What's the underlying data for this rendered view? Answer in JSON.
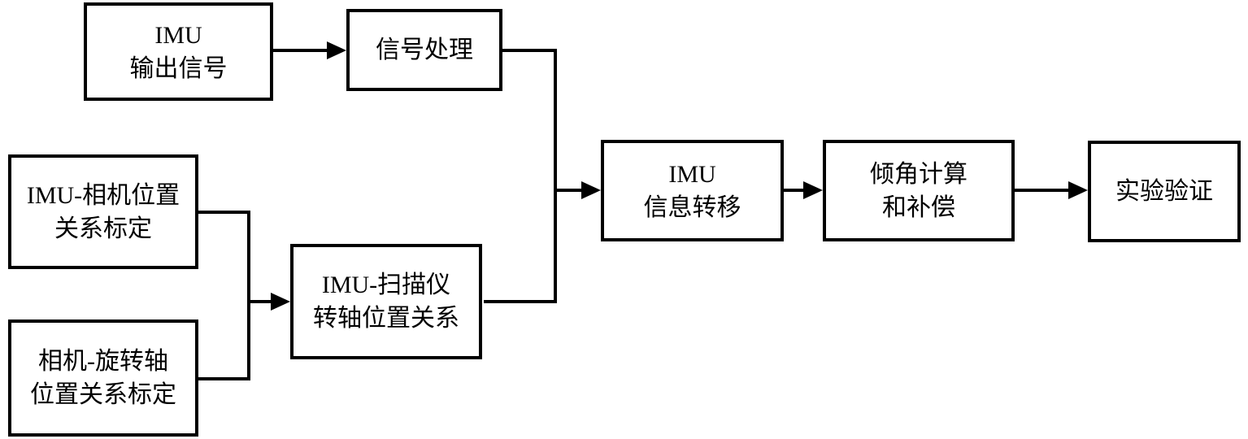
{
  "diagram": {
    "colors": {
      "stroke": "#000000",
      "background": "#ffffff",
      "text": "#000000"
    },
    "nodes": [
      {
        "id": "imu-output-signal",
        "lines": [
          "IMU",
          "输出信号"
        ]
      },
      {
        "id": "signal-processing",
        "lines": [
          "信号处理"
        ]
      },
      {
        "id": "imu-camera-position-calibration",
        "lines": [
          "IMU-相机位置",
          "关系标定"
        ]
      },
      {
        "id": "camera-rotation-axis-calibration",
        "lines": [
          "相机-旋转轴",
          "位置关系标定"
        ]
      },
      {
        "id": "imu-scanner-axis-relation",
        "lines": [
          "IMU-扫描仪",
          "转轴位置关系"
        ]
      },
      {
        "id": "imu-information-transfer",
        "lines": [
          "IMU",
          "信息转移"
        ]
      },
      {
        "id": "tilt-calculation-compensation",
        "lines": [
          "倾角计算",
          "和补偿"
        ]
      },
      {
        "id": "experimental-verification",
        "lines": [
          "实验验证"
        ]
      }
    ],
    "edges": [
      {
        "from": "imu-output-signal",
        "to": "signal-processing"
      },
      {
        "from": "signal-processing",
        "to": "imu-information-transfer"
      },
      {
        "from": "imu-camera-position-calibration",
        "to": "imu-scanner-axis-relation"
      },
      {
        "from": "camera-rotation-axis-calibration",
        "to": "imu-scanner-axis-relation"
      },
      {
        "from": "imu-scanner-axis-relation",
        "to": "imu-information-transfer"
      },
      {
        "from": "imu-information-transfer",
        "to": "tilt-calculation-compensation"
      },
      {
        "from": "tilt-calculation-compensation",
        "to": "experimental-verification"
      }
    ]
  }
}
